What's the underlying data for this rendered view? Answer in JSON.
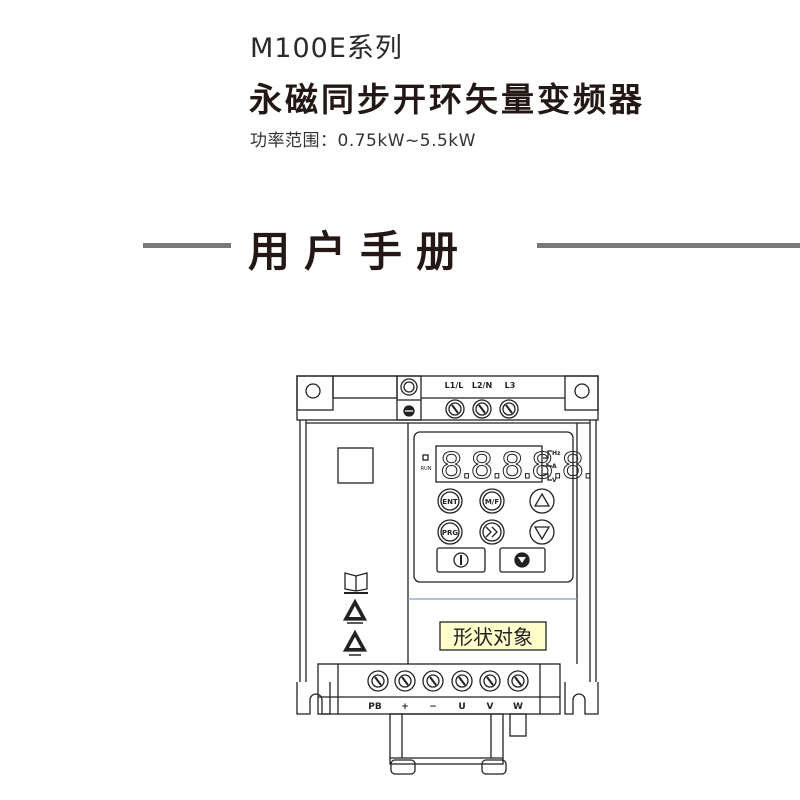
{
  "header": {
    "series": "M100E系列",
    "title": "永磁同步开环矢量变频器",
    "power_range": "功率范围：0.75kW~5.5kW"
  },
  "cover": {
    "manual_title": "用户手册",
    "rule_color": "#7a7a7a"
  },
  "device": {
    "input_terminals": [
      "L1/L",
      "L2/N",
      "L3"
    ],
    "output_terminals": [
      "PB",
      "+",
      "−",
      "U",
      "V",
      "W"
    ],
    "run_indicator": "RUN",
    "unit_indicators": [
      "Hz",
      "A",
      "V"
    ],
    "display_digits": "8.8.8.8.8.",
    "keys": {
      "enter": "ENT",
      "multi_function": "M/F",
      "program": "PRG"
    },
    "shape_placeholder_label": "形状对象",
    "placeholder_fill": "#ffffcc",
    "divider_color": "#7f9fc8"
  }
}
